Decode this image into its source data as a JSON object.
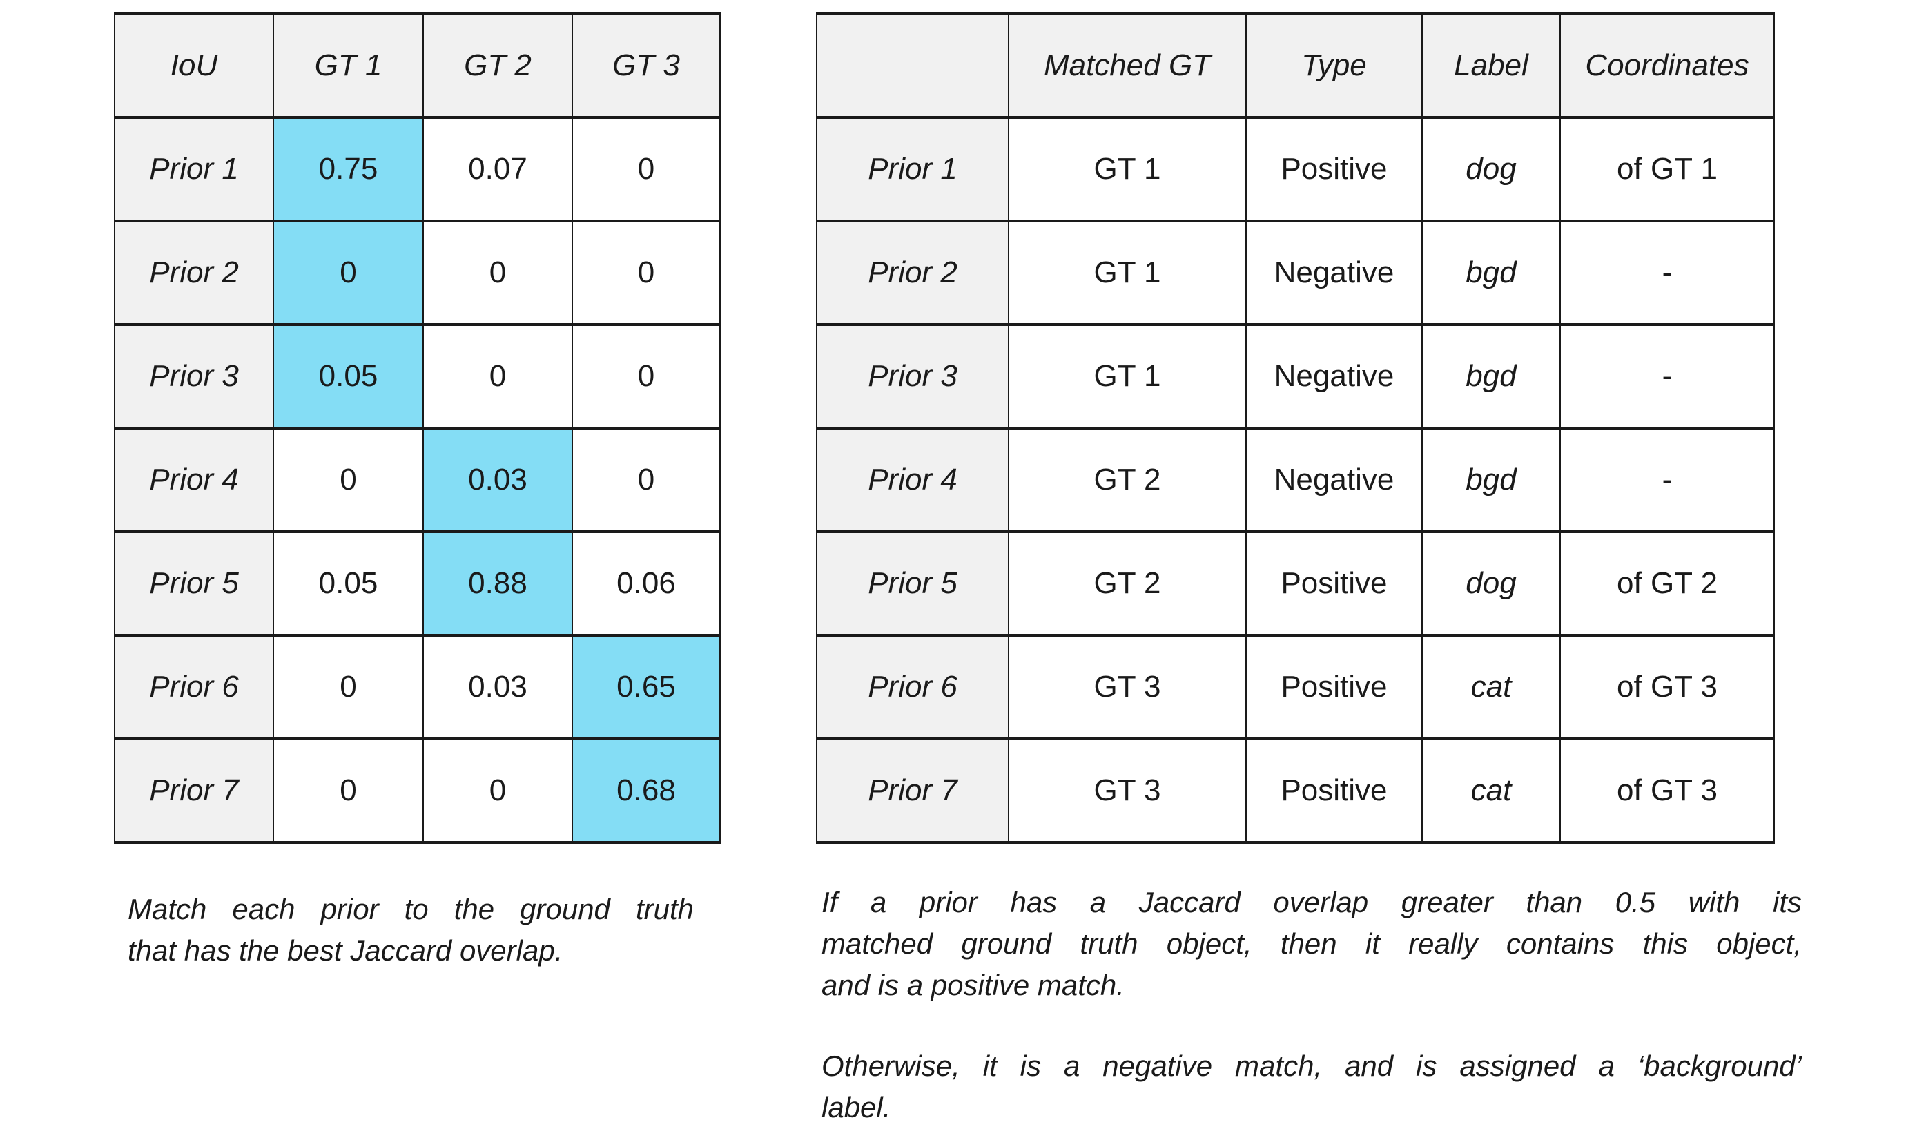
{
  "colors": {
    "highlight": "#84DDF5",
    "header_bg": "#F1F1F1",
    "border": "#1A1A1A",
    "text": "#1A1A1A",
    "background": "#FFFFFF"
  },
  "iou_table": {
    "headers": [
      "IoU",
      "GT 1",
      "GT 2",
      "GT 3"
    ],
    "rows": [
      {
        "label": "Prior 1",
        "values": [
          "0.75",
          "0.07",
          "0"
        ],
        "highlight_col": 0
      },
      {
        "label": "Prior 2",
        "values": [
          "0",
          "0",
          "0"
        ],
        "highlight_col": 0
      },
      {
        "label": "Prior 3",
        "values": [
          "0.05",
          "0",
          "0"
        ],
        "highlight_col": 0
      },
      {
        "label": "Prior 4",
        "values": [
          "0",
          "0.03",
          "0"
        ],
        "highlight_col": 1
      },
      {
        "label": "Prior 5",
        "values": [
          "0.05",
          "0.88",
          "0.06"
        ],
        "highlight_col": 1
      },
      {
        "label": "Prior 6",
        "values": [
          "0",
          "0.03",
          "0.65"
        ],
        "highlight_col": 2
      },
      {
        "label": "Prior 7",
        "values": [
          "0",
          "0",
          "0.68"
        ],
        "highlight_col": 2
      }
    ],
    "caption_lines": [
      "Match each prior to the ground truth",
      "that has the best Jaccard overlap."
    ]
  },
  "match_table": {
    "headers": [
      "",
      "Matched GT",
      "Type",
      "Label",
      "Coordinates"
    ],
    "rows": [
      {
        "label": "Prior 1",
        "matched_gt": "GT 1",
        "type": "Positive",
        "class_label": "dog",
        "coordinates": "of GT 1"
      },
      {
        "label": "Prior 2",
        "matched_gt": "GT 1",
        "type": "Negative",
        "class_label": "bgd",
        "coordinates": "-"
      },
      {
        "label": "Prior 3",
        "matched_gt": "GT 1",
        "type": "Negative",
        "class_label": "bgd",
        "coordinates": "-"
      },
      {
        "label": "Prior 4",
        "matched_gt": "GT 2",
        "type": "Negative",
        "class_label": "bgd",
        "coordinates": "-"
      },
      {
        "label": "Prior 5",
        "matched_gt": "GT 2",
        "type": "Positive",
        "class_label": "dog",
        "coordinates": "of GT 2"
      },
      {
        "label": "Prior 6",
        "matched_gt": "GT 3",
        "type": "Positive",
        "class_label": "cat",
        "coordinates": "of GT 3"
      },
      {
        "label": "Prior 7",
        "matched_gt": "GT 3",
        "type": "Positive",
        "class_label": "cat",
        "coordinates": "of GT 3"
      }
    ],
    "caption_paragraphs": [
      [
        "If a prior has a Jaccard overlap greater than 0.5 with its",
        "matched ground truth object, then it really contains this object,",
        "and is a positive match."
      ],
      [
        "Otherwise, it is a negative match, and is assigned a ‘background’",
        "label."
      ]
    ]
  }
}
